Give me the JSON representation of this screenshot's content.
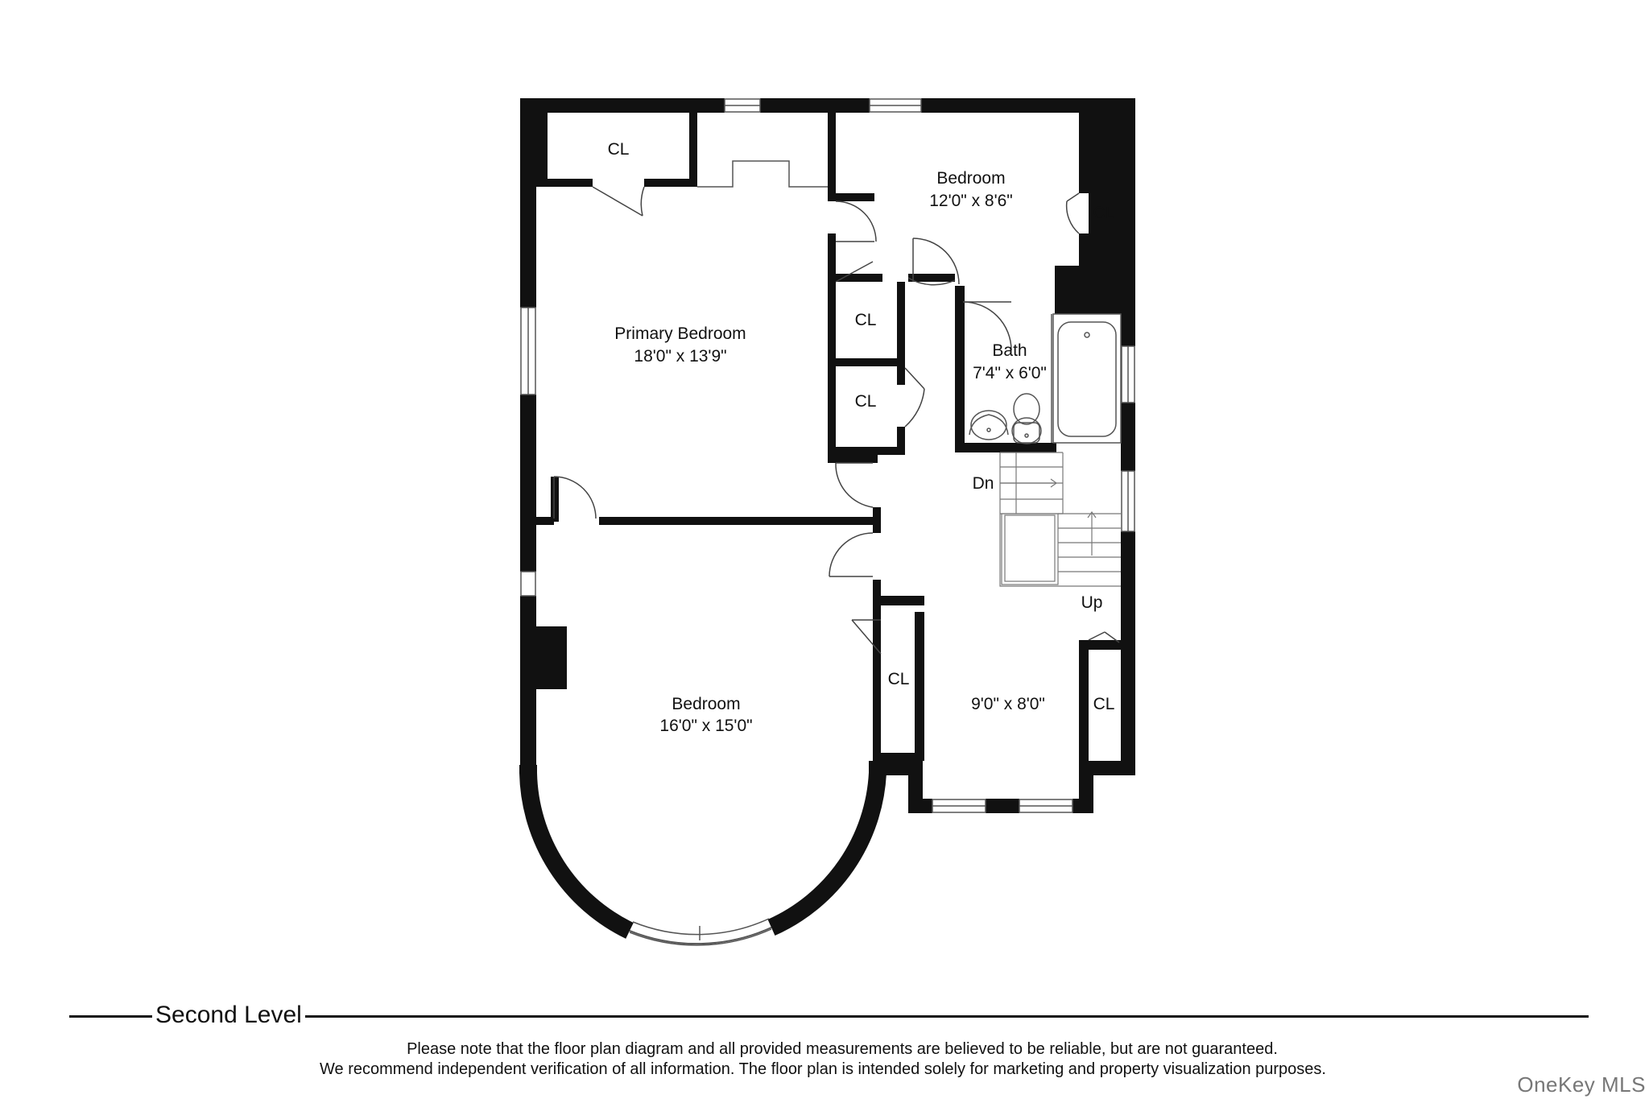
{
  "rooms": {
    "primary_bedroom": {
      "name": "Primary Bedroom",
      "dims": "18'0\" x 13'9\""
    },
    "bedroom_front": {
      "name": "Bedroom",
      "dims": "12'0\" x 8'6\""
    },
    "bath": {
      "name": "Bath",
      "dims": "7'4\" x 6'0\""
    },
    "bedroom_round": {
      "name": "Bedroom",
      "dims": "16'0\" x 15'0\""
    },
    "hall": {
      "dims": "9'0\" x 8'0\""
    }
  },
  "closet_label": "CL",
  "stairs": {
    "down": "Dn",
    "up": "Up"
  },
  "level": {
    "title": "Second Level"
  },
  "disclaimer": {
    "line1": "Please note that the floor plan diagram and all provided measurements are believed to be reliable, but are not guaranteed.",
    "line2": "We recommend independent verification of all information. The floor plan is intended solely for marketing and property visualization purposes."
  },
  "watermark": "OneKey MLS"
}
